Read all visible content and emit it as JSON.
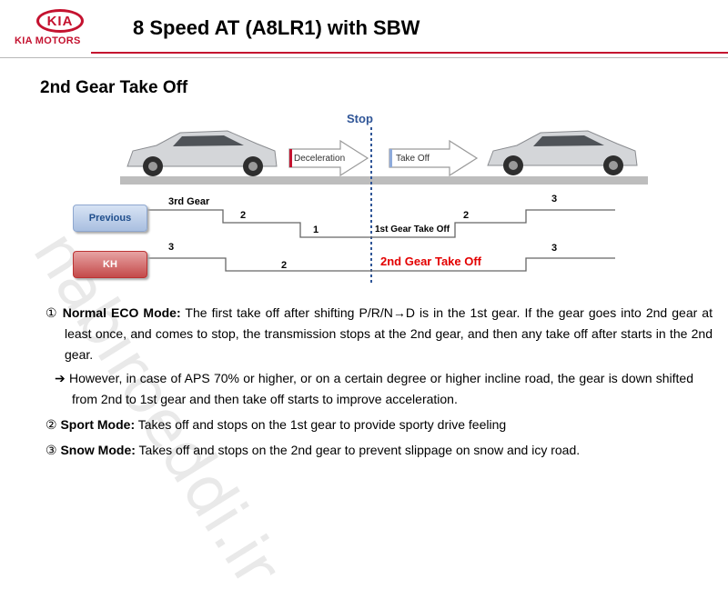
{
  "header": {
    "logo_mark": "KIA",
    "logo_text": "KIA MOTORS",
    "title": "8 Speed AT (A8LR1) with SBW"
  },
  "subtitle": "2nd Gear Take Off",
  "watermark": "nabiroeddi.ir",
  "diagram": {
    "stop_label": "Stop",
    "decel_label": "Deceleration",
    "takeoff_label": "Take Off",
    "previous_label": "Previous",
    "kh_label": "KH",
    "prev_3rd_gear": "3rd Gear",
    "prev_2_left": "2",
    "prev_1": "1",
    "prev_1st_takeoff": "1st Gear Take Off",
    "prev_2_right": "2",
    "prev_3_right": "3",
    "kh_3_left": "3",
    "kh_2": "2",
    "kh_2nd_takeoff": "2nd Gear Take Off",
    "kh_3_right": "3",
    "colors": {
      "accent": "#c4122f",
      "stop": "#2f5597",
      "kh_text": "#e30000"
    }
  },
  "text": {
    "p1_marker": "①",
    "p1_head": "Normal ECO Mode:",
    "p1_body": " The first take off after shifting P/R/N→D is in the 1st gear. If the gear goes into 2nd gear at least once, and comes to stop, the transmission stops at the 2nd gear, and then any take off after starts in the 2nd gear.",
    "p2_arrow": "➔",
    "p2_body": "However, in case of APS 70% or higher, or on a certain degree or higher incline road, the gear is down shifted from 2nd to 1st gear and then take off starts to improve acceleration.",
    "p3_marker": "②",
    "p3_head": "Sport Mode:",
    "p3_body": " Takes off and stops on the 1st gear to provide sporty drive feeling",
    "p4_marker": "③",
    "p4_head": "Snow Mode:",
    "p4_body": " Takes off and stops on the 2nd gear to prevent slippage on snow and icy road."
  }
}
